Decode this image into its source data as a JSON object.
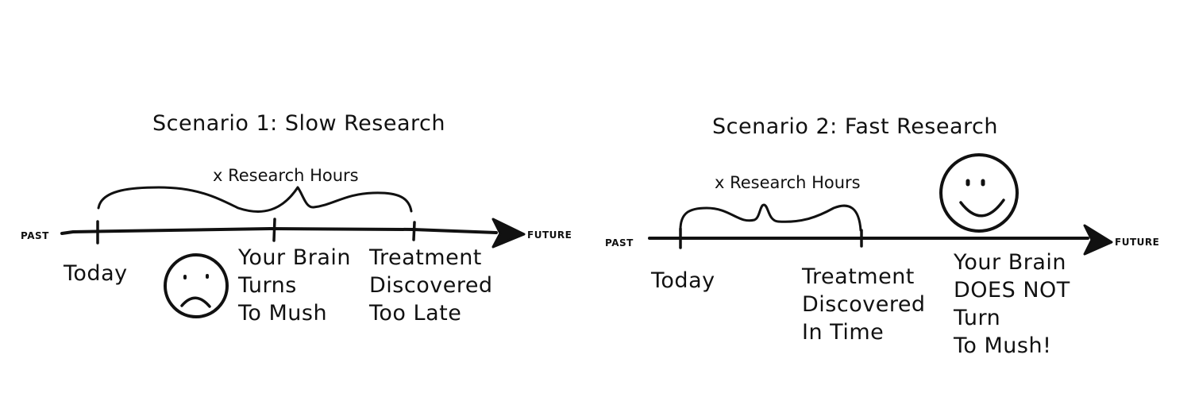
{
  "scenario1": {
    "title": "Scenario 1: Slow Research",
    "brace_label": "x Research Hours",
    "past_label": "PAST",
    "future_label": "FUTURE",
    "today_label": "Today",
    "event1": [
      "Your Brain",
      "Turns",
      "To Mush"
    ],
    "event2": [
      "Treatment",
      "Discovered",
      "Too Late"
    ],
    "face": "sad"
  },
  "scenario2": {
    "title": "Scenario 2: Fast Research",
    "brace_label": "x Research Hours",
    "past_label": "PAST",
    "future_label": "FUTURE",
    "today_label": "Today",
    "event1": [
      "Treatment",
      "Discovered",
      "In Time"
    ],
    "event2": [
      "Your Brain",
      "DOES NOT",
      "Turn",
      "To Mush!"
    ],
    "face": "happy"
  }
}
